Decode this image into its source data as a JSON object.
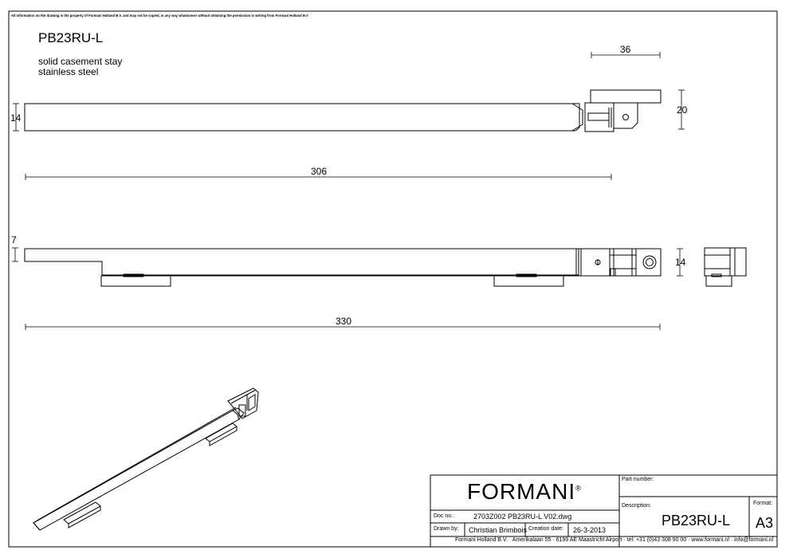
{
  "header": {
    "notice": "All information on the drawing is the property of Formani Holland B.V. and may not be copied, in any way whatsoever without obtaining the permission in writing from Formani Holland B.V",
    "product_code": "PB23RU-L",
    "description_line1": "solid casement stay",
    "description_line2": "stainless steel"
  },
  "dimensions": {
    "bracket_width": "36",
    "bracket_height": "20",
    "bar_height": "14",
    "bar_length": "306",
    "bar_thickness": "7",
    "side_height": "14",
    "total_length": "330"
  },
  "title_block": {
    "brand": "FORMANI",
    "registered_mark": "®",
    "part_number_label": "Part number:",
    "description_label": "Description:",
    "description_value": "PB23RU-L",
    "format_label": "Format:",
    "format_value": "A3",
    "doc_no_label": "Doc no.:",
    "doc_no_value": "2703Z002 PB23RU-L V02.dwg",
    "drawn_by_label": "Drawn by:",
    "drawn_by_value": "Christian Brimbois",
    "creation_date_label": "Creation date:",
    "creation_date_value": "26-3-2013",
    "address": "Formani Holland B.V. · Amerikalaan 55 · 6199 AE Maastricht Airport · tel: +31 (0)43 308 90 00 · www.formani.nl · info@formani.nl"
  }
}
